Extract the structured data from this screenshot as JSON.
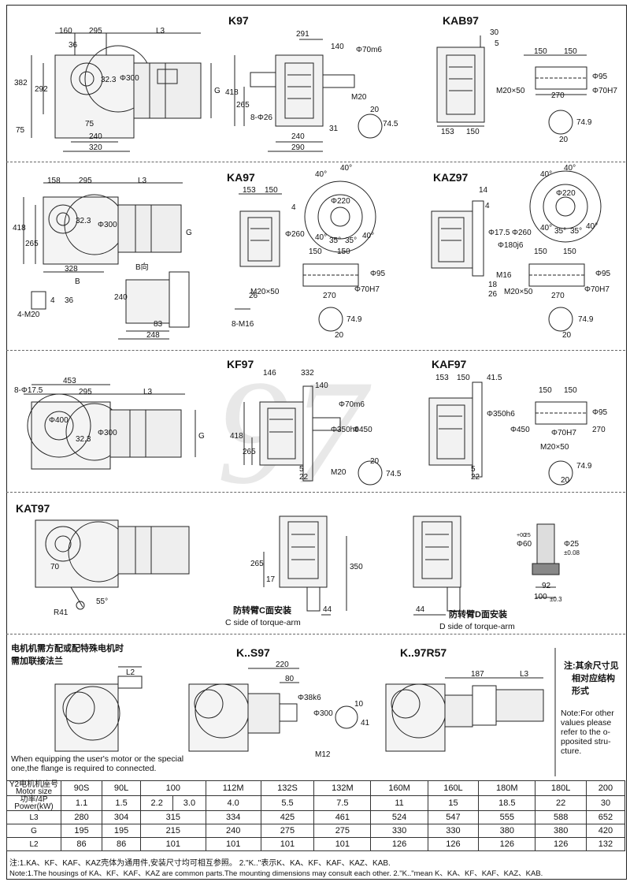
{
  "watermark": "97",
  "sections": {
    "k97": {
      "title": "K97",
      "dims": [
        "160",
        "295",
        "L3",
        "36",
        "382",
        "292",
        "32.3",
        "Φ300",
        "G",
        "75",
        "75",
        "240",
        "320",
        "291",
        "140",
        "Φ70m6",
        "418",
        "265",
        "8-Φ26",
        "M20",
        "20",
        "74.5",
        "31",
        "240",
        "290"
      ]
    },
    "kab97": {
      "title": "KAB97",
      "dims": [
        "30",
        "5",
        "150",
        "150",
        "Φ95",
        "M20×50",
        "270",
        "Φ70H7",
        "74.9",
        "20",
        "153",
        "150"
      ]
    },
    "ka97": {
      "title": "KA97",
      "dims": [
        "158",
        "295",
        "L3",
        "418",
        "265",
        "32.3",
        "Φ300",
        "G",
        "328",
        "B",
        "B向",
        "240",
        "83",
        "248",
        "36",
        "4",
        "4-M20",
        "26",
        "8-M16",
        "153",
        "150",
        "4",
        "Φ260",
        "150",
        "150",
        "Φ95",
        "Φ70H7",
        "M20×50",
        "270",
        "74.9",
        "20",
        "40°",
        "40°",
        "Φ220",
        "35°",
        "35°",
        "40°",
        "40°"
      ]
    },
    "kaz97": {
      "title": "KAZ97",
      "dims": [
        "14",
        "4",
        "Φ17.5",
        "Φ180j6",
        "Φ260",
        "M16",
        "18",
        "26",
        "150",
        "150",
        "Φ95",
        "Φ70H7",
        "M20×50",
        "270",
        "74.9",
        "20",
        "40°",
        "40°",
        "Φ220",
        "35°",
        "35°",
        "40°",
        "40°"
      ]
    },
    "kf97": {
      "title": "KF97",
      "dims": [
        "8-Φ17.5",
        "453",
        "295",
        "L3",
        "Φ400",
        "32.3",
        "Φ300",
        "G",
        "146",
        "332",
        "140",
        "Φ70m6",
        "418",
        "265",
        "Φ350h6",
        "Φ450",
        "5",
        "22",
        "M20",
        "20",
        "74.5"
      ]
    },
    "kaf97": {
      "title": "KAF97",
      "dims": [
        "153",
        "150",
        "41.5",
        "Φ350h6",
        "Φ450",
        "5",
        "22",
        "150",
        "150",
        "Φ95",
        "Φ70H7",
        "270",
        "M20×50",
        "74.9",
        "20"
      ]
    },
    "kat97": {
      "title": "KAT97",
      "dims": [
        "70",
        "R41",
        "55°",
        "265",
        "17",
        "350",
        "44",
        "44",
        "Φ60",
        "+0.25",
        "0",
        "Φ25",
        "±0.08",
        "92",
        "100",
        "±0.3"
      ],
      "c_cn": "防转臂C面安装",
      "c_en": "C side of torque-arm",
      "d_cn": "防转臂D面安装",
      "d_en": "D side of torque-arm"
    },
    "motor": {
      "cn1": "电机机需方配或配特殊电机时",
      "cn2": "需加联接法兰",
      "en1": "When equipping the user's motor or the special",
      "en2": "one,the flange is required to connected.",
      "l2": "L2"
    },
    "ks97": {
      "title": "K..S97",
      "dims": [
        "220",
        "80",
        "Φ38k6",
        "Φ300",
        "10",
        "41",
        "M12"
      ]
    },
    "k97r57": {
      "title": "K..97R57",
      "dims": [
        "187",
        "L3"
      ]
    },
    "side_note": {
      "cn": [
        "注:其余尺寸见",
        "相对应结构",
        "形式"
      ],
      "en": [
        "Note:For other",
        "values please",
        "refer to the o-",
        "pposited stru-",
        "cture."
      ]
    }
  },
  "table": {
    "rows": [
      {
        "label": [
          "Y2电机机座号",
          "Motor size"
        ],
        "cells": [
          "90S",
          "90L",
          "100",
          "112M",
          "132S",
          "132M",
          "160M",
          "160L",
          "180M",
          "180L",
          "200"
        ]
      },
      {
        "label": [
          "功率/4P",
          "Power(kW)"
        ],
        "cells": [
          "1.1",
          "1.5",
          "2.2",
          "3.0",
          "4.0",
          "5.5",
          "7.5",
          "11",
          "15",
          "18.5",
          "22",
          "30"
        ]
      },
      {
        "label": [
          "L3"
        ],
        "cells": [
          "280",
          "304",
          "315",
          "334",
          "425",
          "461",
          "524",
          "547",
          "555",
          "588",
          "652"
        ]
      },
      {
        "label": [
          "G"
        ],
        "cells": [
          "195",
          "195",
          "215",
          "240",
          "275",
          "275",
          "330",
          "330",
          "380",
          "380",
          "420"
        ]
      },
      {
        "label": [
          "L2"
        ],
        "cells": [
          "86",
          "86",
          "101",
          "101",
          "101",
          "101",
          "126",
          "126",
          "126",
          "126",
          "132"
        ]
      }
    ]
  },
  "notes": {
    "cn": "注:1.KA、KF、KAF、KAZ壳体为通用件,安装尺寸均可相互参照。   2.\"K..\"表示K、KA、KF、KAF、KAZ、KAB.",
    "en": "Note:1.The housings of KA、KF、KAF、KAZ are common parts.The mounting dimensions may consult each other.  2.\"K..\"mean K、KA、KF、KAF、KAZ、KAB."
  }
}
